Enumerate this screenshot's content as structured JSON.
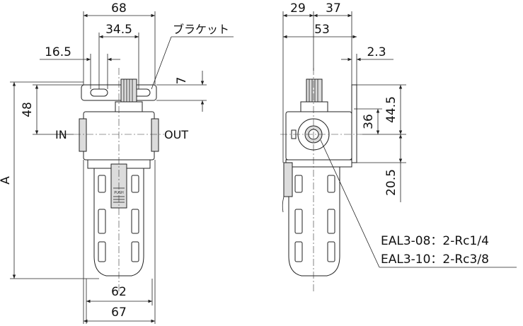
{
  "dimensions": {
    "front": {
      "width_top": "68",
      "bracket_hole_span": "34.5",
      "bracket_offset": "16.5",
      "bracket_height": "7",
      "port_height": "48",
      "overall_height": "A",
      "bowl_width": "62",
      "overall_width": "67"
    },
    "side": {
      "left_to_center": "29",
      "center_to_right": "37",
      "overall_depth": "53",
      "bracket_thickness": "2.3",
      "body_height": "36",
      "bracket_height": "44.5",
      "lower_offset": "20.5"
    }
  },
  "labels": {
    "bracket": "ブラケット",
    "inlet": "IN",
    "outlet": "OUT",
    "push_tag": "PUSH"
  },
  "part_codes": [
    "EAL3-08：2-Rc1/4",
    "EAL3-10：2-Rc3/8"
  ]
}
